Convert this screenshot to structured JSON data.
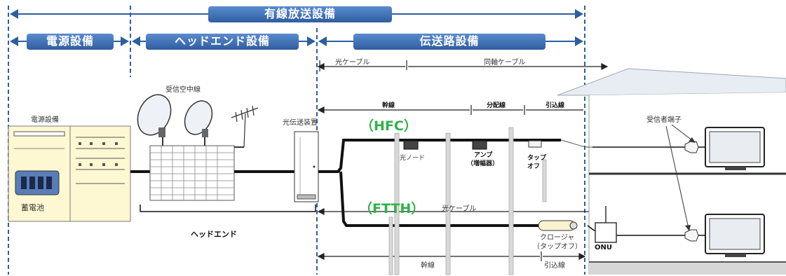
{
  "sections": {
    "top": "有線放送設備",
    "power": "電源設備",
    "headend": "ヘッドエンド設備",
    "transmission": "伝送路設備"
  },
  "labels": {
    "power_equipment": "電源設備",
    "battery": "蓄電池",
    "antenna": "受信空中線",
    "headend": "ヘッドエンド",
    "optical_tx": "光伝送装置",
    "hfc": "（HFC）",
    "ftth": "（FTTH）",
    "optical_cable_top": "光ケーブル",
    "coax_cable": "同軸ケーブル",
    "trunk": "幹線",
    "distribution": "分配線",
    "drop": "引込線",
    "optical_node": "光ノード",
    "amp": "アンプ",
    "amp_sub": "（増幅器）",
    "tap": "タップ",
    "tap2": "オフ",
    "optical_cable_ftth": "光ケーブル",
    "closure": "クロージャ",
    "closure_sub": "（タップオフ）",
    "onu": "ONU",
    "subscriber": "受信者端子",
    "trunk_bottom": "幹線",
    "drop_bottom": "引込線"
  },
  "colors": {
    "bar_blue": "#3e6fb3",
    "dash_blue": "#2d5f9e",
    "green": "#2fb24a",
    "cabinet": "#fdf8d2"
  }
}
